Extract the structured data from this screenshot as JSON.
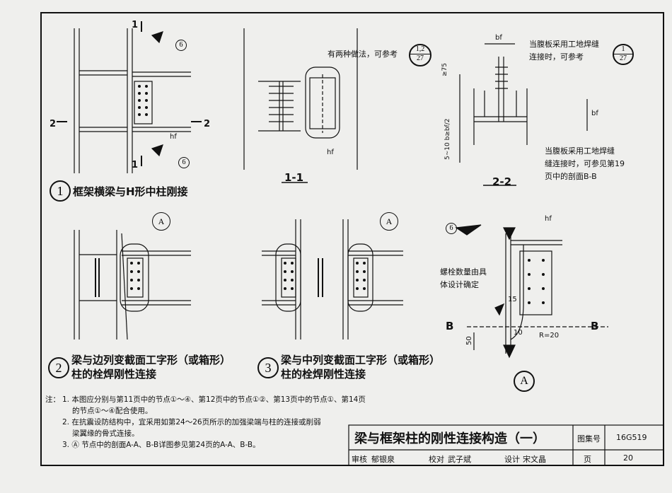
{
  "title_block": {
    "main_title": "梁与框架柱的刚性连接构造（一）",
    "atlas_label": "图集号",
    "atlas_no": "16G519",
    "page_label": "页",
    "page_no": "20",
    "review_label": "审核",
    "reviewer": "郁银泉",
    "check_label": "校对",
    "checker": "武子斌",
    "design_label": "设计",
    "designer": "宋文晶"
  },
  "details": {
    "d1": {
      "number": "1",
      "caption": "框架横梁与H形中柱刚接"
    },
    "d2": {
      "number": "2",
      "caption_line1": "梁与边列变截面工字形（或箱形）",
      "caption_line2": "柱的栓焊刚性连接"
    },
    "d3": {
      "number": "3",
      "caption_line1": "梁与中列变截面工字形（或箱形）",
      "caption_line2": "柱的栓焊刚性连接"
    },
    "dA": {
      "label": "A"
    }
  },
  "sections": {
    "s11": "1-1",
    "s22": "2-2",
    "cut1": "1",
    "cut2": "2",
    "cutA": "A",
    "cutB": "B",
    "sec_A": "A"
  },
  "annotations": {
    "two_methods": "有两种做法，可参考",
    "ref_1_27_top": "1,2",
    "ref_1_27_bot": "27",
    "web_weld_1_l1": "当腹板采用工地焊缝",
    "web_weld_1_l2": "连接时，可参考",
    "ref_b_top": "1",
    "ref_b_bot": "27",
    "web_weld_2_l1": "当腹板采用工地焊缝",
    "web_weld_2_l2": "缝连接时，可参见第19",
    "web_weld_2_l3": "页中的剖面B-B",
    "bolt_qty_l1": "螺栓数量由具",
    "bolt_qty_l2": "体设计确定",
    "weld_6": "6",
    "hf": "hf",
    "bf": "bf",
    "dim_75": "≥75",
    "dim_b2": "5~10 b≥bf/2",
    "dim_15": "15",
    "dim_10": "10",
    "dim_50": "50",
    "dim_R20": "R=20"
  },
  "notes": {
    "prefix": "注：",
    "n1_l1": "1. 本图应分别与第11页中的节点①～④、第12页中的节点①②、第13页中的节点①、第14页",
    "n1_l2": "的节点①～④配合使用。",
    "n2_l1": "2. 在抗震设防结构中，宜采用如第24～26页所示的加强梁端与柱的连接或削弱",
    "n2_l2": "梁翼缘的骨式连接。",
    "n3": "3. Ⓐ 节点中的剖面A-A、B-B详图参见第24页的A-A、B-B。"
  }
}
